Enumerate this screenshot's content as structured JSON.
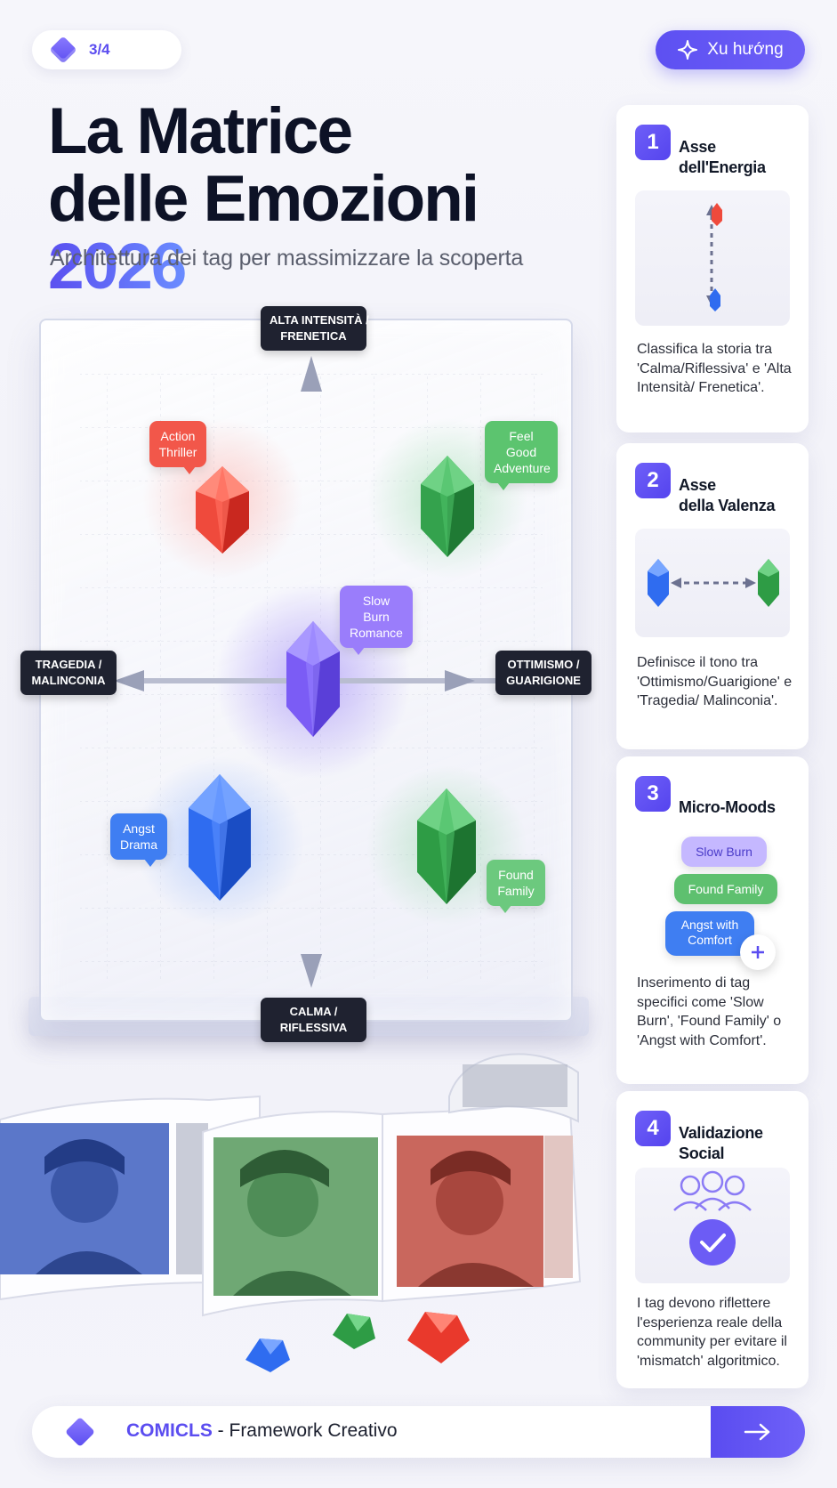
{
  "header": {
    "page_indicator": "3/4",
    "trend_label": "Xu hướng"
  },
  "hero": {
    "title_line1": "La Matrice",
    "title_line2": "delle Emozioni",
    "title_year": "2026",
    "subtitle": "Architettura dei tag per massimizzare la scoperta"
  },
  "matrix": {
    "axis_top": [
      "ALTA INTENSITÀ /",
      "FRENETICA"
    ],
    "axis_bottom": [
      "CALMA /",
      "RIFLESSIVA"
    ],
    "axis_left": [
      "TRAGEDIA /",
      "MALINCONIA"
    ],
    "axis_right": [
      "OTTIMISMO /",
      "GUARIGIONE"
    ],
    "tags": {
      "action_thriller": [
        "Action",
        "Thriller"
      ],
      "feel_good_adventure": [
        "Feel Good",
        "Adventure"
      ],
      "slow_burn_romance": [
        "Slow Burn",
        "Romance"
      ],
      "angst_drama": [
        "Angst",
        "Drama"
      ],
      "found_family": [
        "Found",
        "Family"
      ]
    },
    "colors": {
      "red": "#ef4a3c",
      "green": "#2e9c45",
      "purple": "#7b5cf5",
      "blue": "#2f6cf0",
      "axis_label_bg": "#1f2230"
    }
  },
  "cards": [
    {
      "num": "1",
      "title_line1": "Asse",
      "title_line2": "dell'Energia",
      "desc": "Classifica la storia tra 'Calma/Riflessiva' e 'Alta Intensità/ Frenetica'."
    },
    {
      "num": "2",
      "title_line1": "Asse",
      "title_line2": "della Valenza",
      "desc": "Definisce il tono tra 'Ottimismo/Guarigione' e 'Tragedia/ Malinconia'."
    },
    {
      "num": "3",
      "title_line1": "Micro-Moods",
      "title_line2": "",
      "chips": [
        "Slow Burn",
        "Found Family",
        "Angst with Comfort"
      ],
      "desc": "Inserimento di tag specifici come 'Slow Burn', 'Found Family' o 'Angst with Comfort'."
    },
    {
      "num": "4",
      "title_line1": "Validazione",
      "title_line2": "Social",
      "desc": "I tag devono riflettere l'esperienza reale della community per evitare il 'mismatch' algoritmico."
    }
  ],
  "footer": {
    "brand": "COMICLS",
    "text": " - Framework Creativo"
  },
  "icons": {
    "trend": "sparkle-icon",
    "next": "arrow-right-icon",
    "plus": "plus-icon",
    "check": "check-icon",
    "community": "users-icon"
  }
}
